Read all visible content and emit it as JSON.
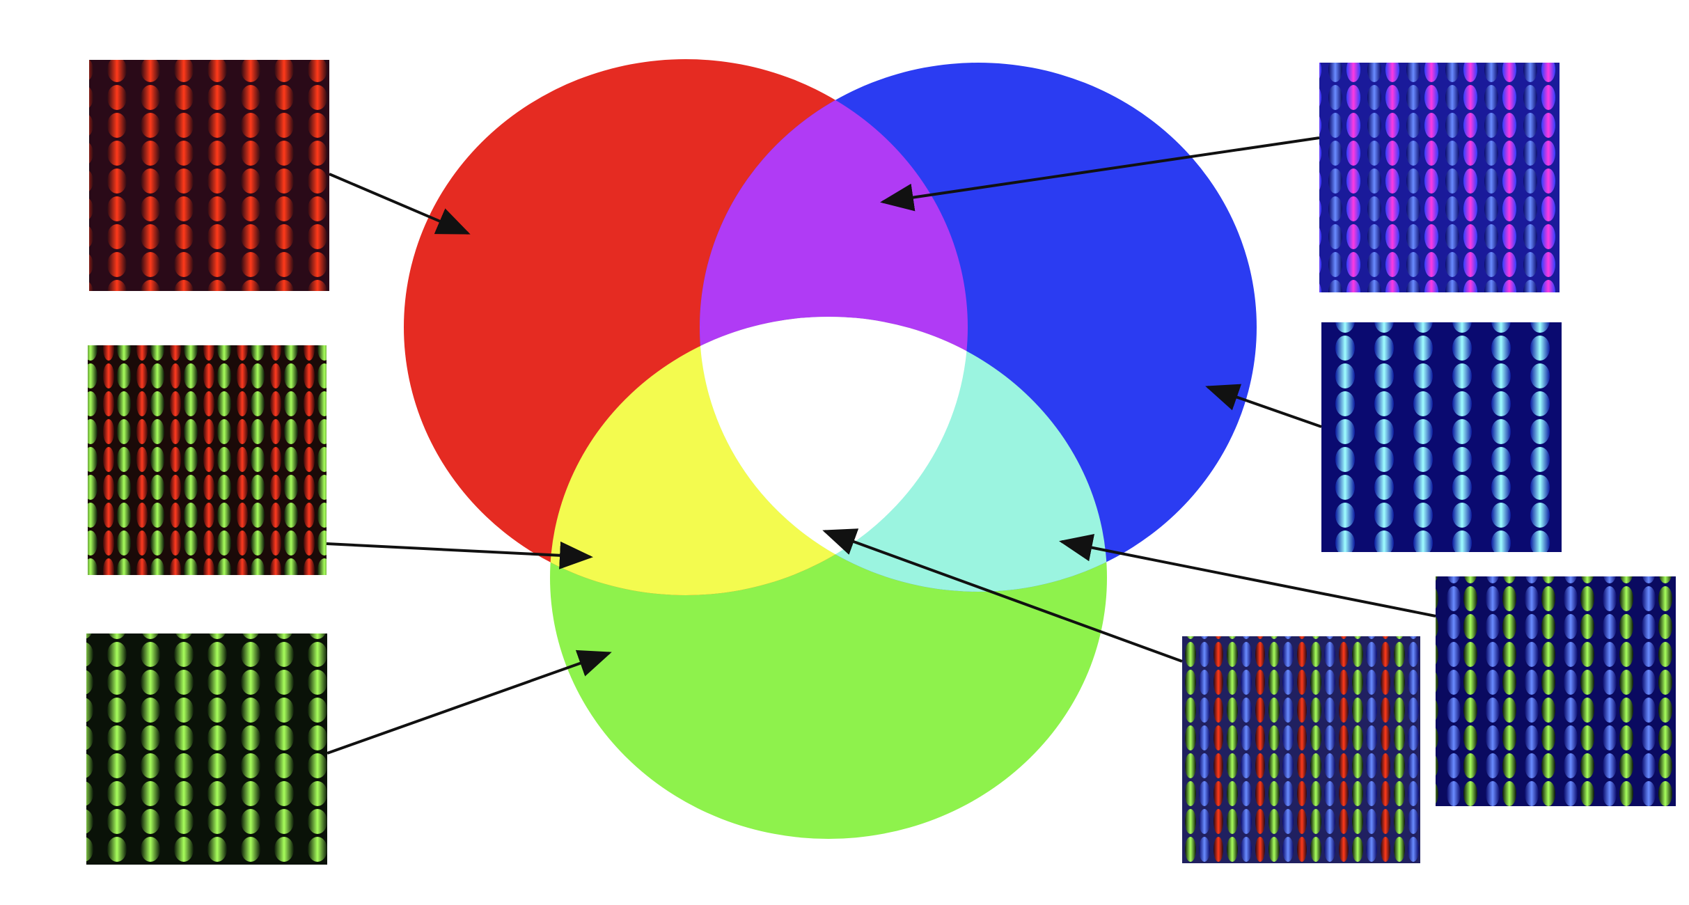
{
  "colors": {
    "background": "#ffffff",
    "red": "#e52b22",
    "blue": "#2b3cf2",
    "green": "#8ef24c",
    "magenta": "#b03bf5",
    "yellow": "#f3fb4f",
    "cyan": "#9bf4e0",
    "white": "#ffffff",
    "arrow": "#111111"
  },
  "diagram": {
    "circles": [
      {
        "name": "red",
        "color_key": "red"
      },
      {
        "name": "blue",
        "color_key": "blue"
      },
      {
        "name": "green",
        "color_key": "green"
      }
    ],
    "overlaps": [
      {
        "name": "magenta",
        "color_key": "magenta"
      },
      {
        "name": "yellow",
        "color_key": "yellow"
      },
      {
        "name": "cyan",
        "color_key": "cyan"
      },
      {
        "name": "white",
        "color_key": "white"
      }
    ],
    "subpixel_photos": [
      {
        "name": "red-subpixels",
        "pattern": "red"
      },
      {
        "name": "yellow-subpixels",
        "pattern": "yellow"
      },
      {
        "name": "green-subpixels",
        "pattern": "green"
      },
      {
        "name": "magenta-subpixels",
        "pattern": "magenta"
      },
      {
        "name": "blue-subpixels",
        "pattern": "blue"
      },
      {
        "name": "cyan-subpixels",
        "pattern": "cyan"
      },
      {
        "name": "white-subpixels",
        "pattern": "white"
      }
    ]
  }
}
